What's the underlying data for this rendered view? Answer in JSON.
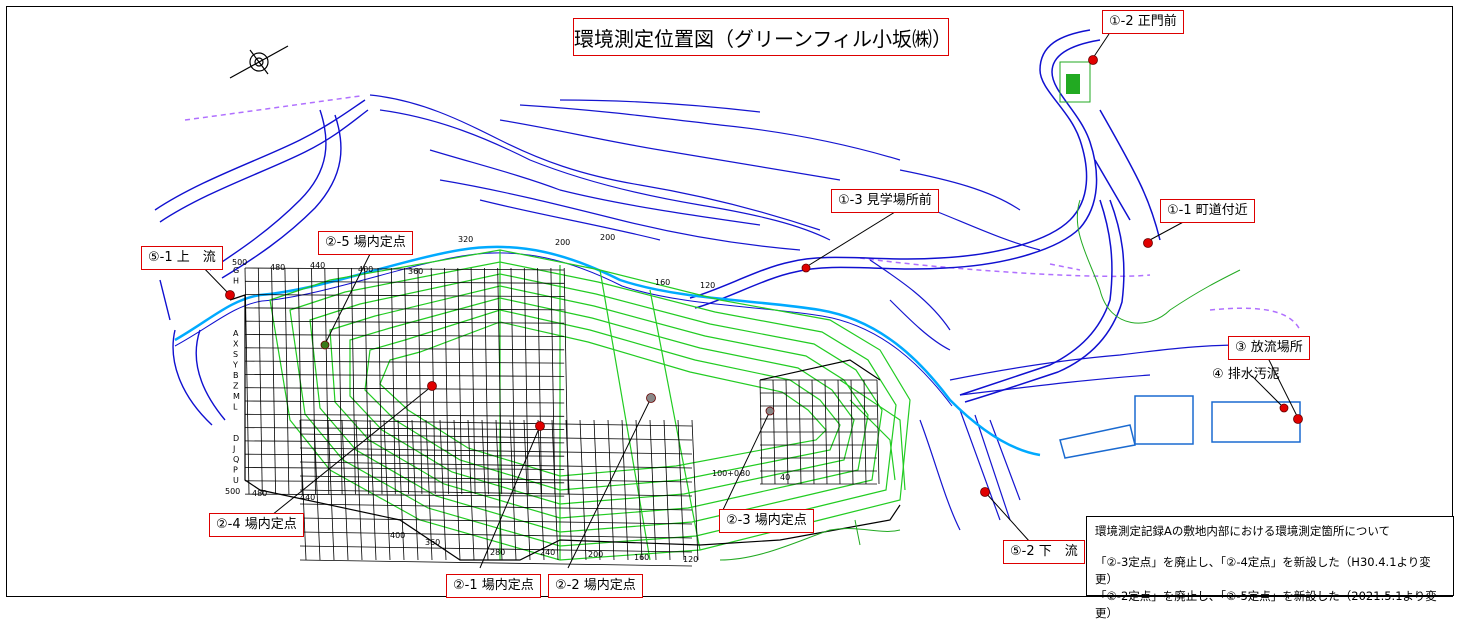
{
  "title": "環境測定位置図（グリーンフィル小坂㈱）",
  "points": {
    "p1_1": "①-1 町道付近",
    "p1_2": "①-2 正門前",
    "p1_3": "①-3 見学場所前",
    "p2_1": "②-1 場内定点",
    "p2_2": "②-2 場内定点",
    "p2_3": "②-3 場内定点",
    "p2_4": "②-4 場内定点",
    "p2_5": "②-5 場内定点",
    "p3": "③ 放流場所",
    "p4": "④ 排水汚泥",
    "p5_1": "⑤-1 上　流",
    "p5_2": "⑤-2 下　流"
  },
  "grid_labels": {
    "top_320": "320",
    "top_500": "500",
    "top_480": "480",
    "top_440": "440",
    "top_400": "400",
    "top_360": "360",
    "bottom_500": "500",
    "bottom_480": "480",
    "bottom_440": "440",
    "bottom_400": "400",
    "bottom_360": "360",
    "bottom_280": "280",
    "bottom_240": "240",
    "bottom_200": "200",
    "bottom_160": "160",
    "bottom_120": "120",
    "mid_100_0": "100+0",
    "mid_80": "80",
    "mid_40": "40",
    "top_200": "200",
    "top_160": "160",
    "top_120": "120"
  },
  "row_letters_left": [
    "G",
    "H",
    "",
    "",
    "",
    "",
    "A",
    "X",
    "S",
    "Y",
    "B",
    "Z",
    "M",
    "L",
    "",
    "",
    "D",
    "J",
    "Q",
    "P",
    "U"
  ],
  "note": {
    "title": "環境測定記録Aの敷地内部における環境測定箇所について",
    "line1": "「②-3定点」を廃止し、「②-4定点」を新設した（H30.4.1より変更）",
    "line2": "「②-2定点」を廃止し、「②-5定点」を新設した（2021.5.1より変更）"
  },
  "colors": {
    "label_border": "#d00000",
    "point": "#e00000",
    "contour": "#22cc22",
    "road": "#1010d0",
    "water": "#00aaff",
    "boundary": "#b070ff"
  }
}
